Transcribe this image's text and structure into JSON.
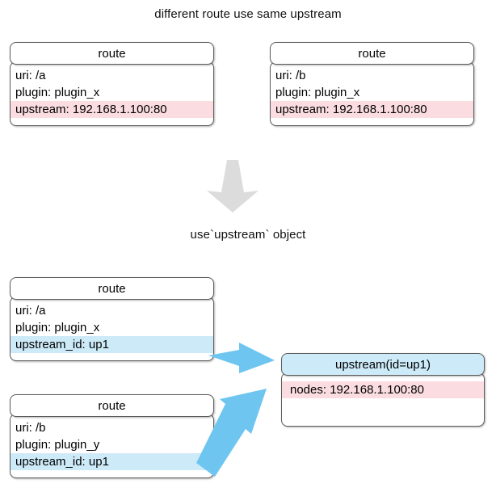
{
  "diagram": {
    "title_top": "different route use same upstream",
    "title_middle": "use`upstream` object",
    "colors": {
      "highlight_pink": "#FBDDE1",
      "highlight_blue": "#CDEAF9",
      "arrow_blue": "#6EC6F0",
      "arrow_grey": "#DCDCDC",
      "node_border": "#5C5C5C",
      "background": "#FFFFFF"
    }
  },
  "top_section": {
    "nodes": [
      {
        "header": "route",
        "rows": [
          {
            "text": "uri: /a",
            "highlight": "none"
          },
          {
            "text": "plugin: plugin_x",
            "highlight": "none"
          },
          {
            "text": "upstream: 192.168.1.100:80",
            "highlight": "pink"
          }
        ]
      },
      {
        "header": "route",
        "rows": [
          {
            "text": "uri: /b",
            "highlight": "none"
          },
          {
            "text": "plugin: plugin_x",
            "highlight": "none"
          },
          {
            "text": "upstream: 192.168.1.100:80",
            "highlight": "pink"
          }
        ]
      }
    ]
  },
  "transition": {
    "arrow": "down-arrow-grey"
  },
  "bottom_section": {
    "nodes": [
      {
        "header": "route",
        "rows": [
          {
            "text": "uri: /a",
            "highlight": "none"
          },
          {
            "text": "plugin: plugin_x",
            "highlight": "none"
          },
          {
            "text": "upstream_id: up1",
            "highlight": "blue"
          }
        ]
      },
      {
        "header": "route",
        "rows": [
          {
            "text": "uri: /b",
            "highlight": "none"
          },
          {
            "text": "plugin: plugin_y",
            "highlight": "none"
          },
          {
            "text": "upstream_id: up1",
            "highlight": "blue"
          }
        ]
      }
    ],
    "upstream": {
      "header": "upstream(id=up1)",
      "rows": [
        {
          "text": "nodes: 192.168.1.100:80",
          "highlight": "pink"
        }
      ]
    },
    "links": [
      {
        "from": "route-c-upstream-id",
        "to": "upstream-object"
      },
      {
        "from": "route-d-upstream-id",
        "to": "upstream-object"
      }
    ]
  }
}
